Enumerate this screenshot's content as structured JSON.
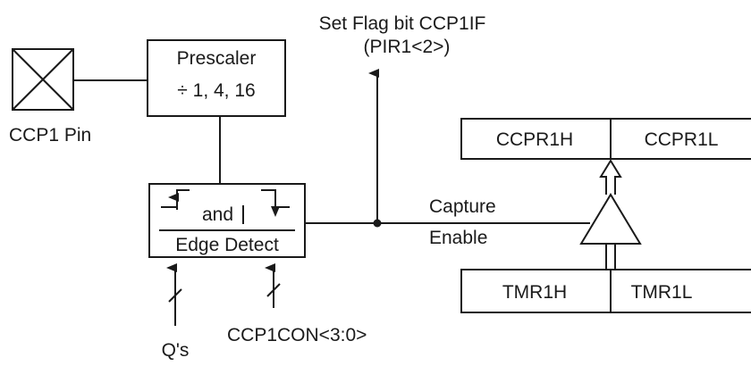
{
  "diagram": {
    "pin": {
      "label": "CCP1 Pin"
    },
    "prescaler": {
      "title": "Prescaler",
      "ratio": "÷ 1, 4, 16"
    },
    "flag": {
      "line1": "Set Flag bit CCP1IF",
      "line2": "(PIR1<2>)"
    },
    "edge_detect": {
      "line1": "and",
      "line2": "Edge Detect"
    },
    "capture_enable": {
      "line1": "Capture",
      "line2": "Enable"
    },
    "ccpr_registers": {
      "high": "CCPR1H",
      "low": "CCPR1L"
    },
    "tmr_registers": {
      "high": "TMR1H",
      "low": "TMR1L"
    },
    "inputs": {
      "q_clocks": "Q's",
      "mode_select": "CCP1CON<3:0>"
    }
  }
}
